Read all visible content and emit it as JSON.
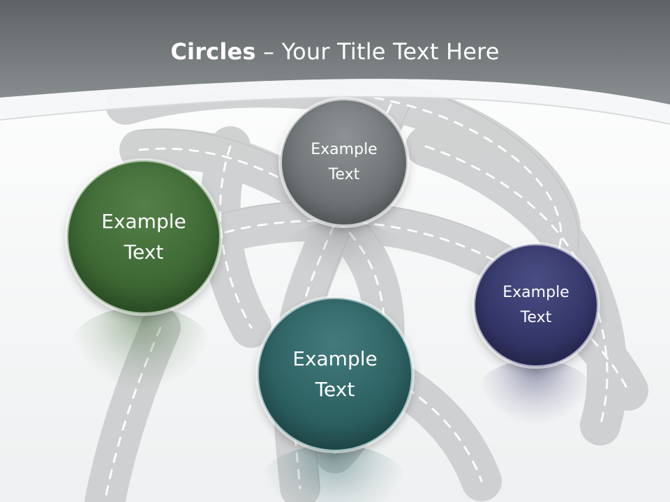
{
  "slide": {
    "title_bold": "Circles",
    "title_rest": " – Your Title Text Here"
  },
  "circles": [
    {
      "id": "gray",
      "label": "Example\nText",
      "color": "#6f7577"
    },
    {
      "id": "green",
      "label": "Example\nText",
      "color": "#3e6a35"
    },
    {
      "id": "teal",
      "label": "Example\nText",
      "color": "#2d6263"
    },
    {
      "id": "navy",
      "label": "Example\nText",
      "color": "#35376a"
    }
  ]
}
